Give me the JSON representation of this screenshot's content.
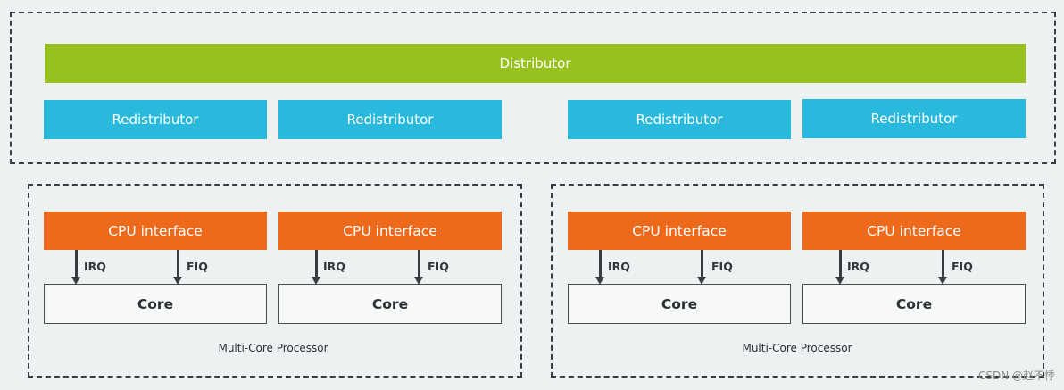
{
  "distributor": {
    "label": "Distributor"
  },
  "redistributors": [
    "Redistributor",
    "Redistributor",
    "Redistributor",
    "Redistributor"
  ],
  "processors": [
    {
      "label": "Multi-Core Processor",
      "cores": [
        {
          "cpu_interface": "CPU interface",
          "irq": "IRQ",
          "fiq": "FIQ",
          "core": "Core"
        },
        {
          "cpu_interface": "CPU interface",
          "irq": "IRQ",
          "fiq": "FIQ",
          "core": "Core"
        }
      ]
    },
    {
      "label": "Multi-Core Processor",
      "cores": [
        {
          "cpu_interface": "CPU interface",
          "irq": "IRQ",
          "fiq": "FIQ",
          "core": "Core"
        },
        {
          "cpu_interface": "CPU interface",
          "irq": "IRQ",
          "fiq": "FIQ",
          "core": "Core"
        }
      ]
    }
  ],
  "watermark": "CSDN @赵不悸",
  "colors": {
    "distributor": "#97c11e",
    "redistributor": "#29b9dc",
    "cpu_interface": "#ed6a1d",
    "core_fill": "#f7f8f8",
    "border": "#3a3d40",
    "background": "#eef1f2"
  }
}
